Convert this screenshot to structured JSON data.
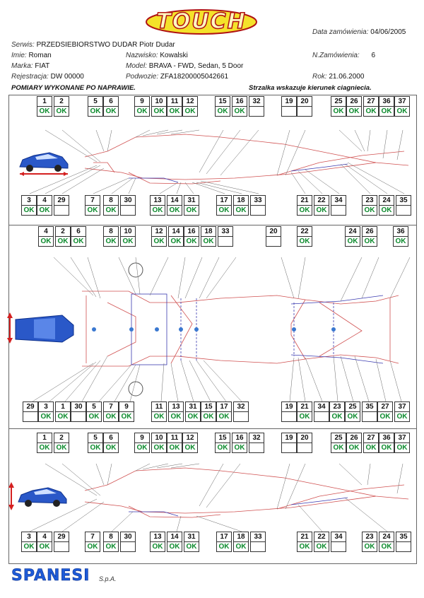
{
  "logo": "TOUCH",
  "header": {
    "date_label": "Data zamówienia:",
    "date_value": "04/06/2005",
    "service_label": "Serwis:",
    "service_value": "PRZEDSIEBIORSTWO DUDAR   Piotr Dudar",
    "name_label": "Imie:",
    "name_value": "Roman",
    "surname_label": "Nazwisko:",
    "surname_value": "Kowalski",
    "order_no_label": "N.Zamówienia:",
    "order_no_value": "6",
    "make_label": "Marka:",
    "make_value": "FIAT",
    "model_label": "Model:",
    "model_value": "BRAVA - FWD, Sedan, 5 Door",
    "reg_label": "Rejestracja:",
    "reg_value": "DW 00000",
    "chassis_label": "Podwozie:",
    "chassis_value": "ZFA18200005042661",
    "year_label": "Rok:",
    "year_value": "21.06.2000",
    "measure_title": "POMIARY WYKONANE PO NAPRAWIE.",
    "arrow_note": "Strzalka wskazuje kierunek ciagniecia."
  },
  "ok_label": "OK",
  "sections": [
    {
      "name": "side-view-top",
      "top_cells": [
        {
          "n": "1",
          "ok": true
        },
        {
          "n": "2",
          "ok": true
        },
        {
          "n": "5",
          "ok": true
        },
        {
          "n": "6",
          "ok": true
        },
        {
          "n": "9",
          "ok": true
        },
        {
          "n": "10",
          "ok": true
        },
        {
          "n": "11",
          "ok": true
        },
        {
          "n": "12",
          "ok": true
        },
        {
          "n": "15",
          "ok": true
        },
        {
          "n": "16",
          "ok": true
        },
        {
          "n": "32",
          "ok": false
        },
        {
          "n": "19",
          "ok": false
        },
        {
          "n": "20",
          "ok": false
        },
        {
          "n": "25",
          "ok": true
        },
        {
          "n": "26",
          "ok": true
        },
        {
          "n": "27",
          "ok": true
        },
        {
          "n": "36",
          "ok": true
        },
        {
          "n": "37",
          "ok": true
        }
      ],
      "bottom_cells": [
        {
          "n": "3",
          "ok": true
        },
        {
          "n": "4",
          "ok": true
        },
        {
          "n": "29",
          "ok": false
        },
        {
          "n": "7",
          "ok": true
        },
        {
          "n": "8",
          "ok": true
        },
        {
          "n": "30",
          "ok": false
        },
        {
          "n": "13",
          "ok": true
        },
        {
          "n": "14",
          "ok": true
        },
        {
          "n": "31",
          "ok": true
        },
        {
          "n": "17",
          "ok": true
        },
        {
          "n": "18",
          "ok": true
        },
        {
          "n": "33",
          "ok": false
        },
        {
          "n": "21",
          "ok": true
        },
        {
          "n": "22",
          "ok": true
        },
        {
          "n": "34",
          "ok": false
        },
        {
          "n": "23",
          "ok": true
        },
        {
          "n": "24",
          "ok": true
        },
        {
          "n": "35",
          "ok": false
        }
      ]
    },
    {
      "name": "bottom-view-middle",
      "top_cells": [
        {
          "n": "4",
          "ok": true
        },
        {
          "n": "2",
          "ok": true
        },
        {
          "n": "6",
          "ok": true
        },
        {
          "n": "8",
          "ok": true
        },
        {
          "n": "10",
          "ok": true
        },
        {
          "n": "12",
          "ok": true
        },
        {
          "n": "14",
          "ok": true
        },
        {
          "n": "16",
          "ok": true
        },
        {
          "n": "18",
          "ok": true
        },
        {
          "n": "33",
          "ok": false
        },
        {
          "n": "20",
          "ok": false
        },
        {
          "n": "22",
          "ok": true
        },
        {
          "n": "24",
          "ok": true
        },
        {
          "n": "26",
          "ok": true
        },
        {
          "n": "36",
          "ok": true
        }
      ],
      "bottom_cells": [
        {
          "n": "29",
          "ok": false
        },
        {
          "n": "3",
          "ok": true
        },
        {
          "n": "1",
          "ok": true
        },
        {
          "n": "30",
          "ok": false
        },
        {
          "n": "5",
          "ok": true
        },
        {
          "n": "7",
          "ok": true
        },
        {
          "n": "9",
          "ok": true
        },
        {
          "n": "11",
          "ok": true
        },
        {
          "n": "13",
          "ok": true
        },
        {
          "n": "31",
          "ok": true
        },
        {
          "n": "15",
          "ok": true
        },
        {
          "n": "17",
          "ok": true
        },
        {
          "n": "32",
          "ok": false
        },
        {
          "n": "19",
          "ok": false
        },
        {
          "n": "21",
          "ok": true
        },
        {
          "n": "34",
          "ok": false
        },
        {
          "n": "23",
          "ok": true
        },
        {
          "n": "25",
          "ok": true
        },
        {
          "n": "35",
          "ok": false
        },
        {
          "n": "27",
          "ok": true
        },
        {
          "n": "37",
          "ok": true
        }
      ]
    },
    {
      "name": "side-view-bottom",
      "top_cells": [
        {
          "n": "1",
          "ok": true
        },
        {
          "n": "2",
          "ok": true
        },
        {
          "n": "5",
          "ok": true
        },
        {
          "n": "6",
          "ok": true
        },
        {
          "n": "9",
          "ok": true
        },
        {
          "n": "10",
          "ok": true
        },
        {
          "n": "11",
          "ok": true
        },
        {
          "n": "12",
          "ok": true
        },
        {
          "n": "15",
          "ok": true
        },
        {
          "n": "16",
          "ok": true
        },
        {
          "n": "32",
          "ok": false
        },
        {
          "n": "19",
          "ok": false
        },
        {
          "n": "20",
          "ok": false
        },
        {
          "n": "25",
          "ok": true
        },
        {
          "n": "26",
          "ok": true
        },
        {
          "n": "27",
          "ok": true
        },
        {
          "n": "36",
          "ok": true
        },
        {
          "n": "37",
          "ok": true
        }
      ],
      "bottom_cells": [
        {
          "n": "3",
          "ok": true
        },
        {
          "n": "4",
          "ok": true
        },
        {
          "n": "29",
          "ok": false
        },
        {
          "n": "7",
          "ok": true
        },
        {
          "n": "8",
          "ok": true
        },
        {
          "n": "30",
          "ok": false
        },
        {
          "n": "13",
          "ok": true
        },
        {
          "n": "14",
          "ok": true
        },
        {
          "n": "31",
          "ok": true
        },
        {
          "n": "17",
          "ok": true
        },
        {
          "n": "18",
          "ok": true
        },
        {
          "n": "33",
          "ok": false
        },
        {
          "n": "21",
          "ok": true
        },
        {
          "n": "22",
          "ok": true
        },
        {
          "n": "34",
          "ok": false
        },
        {
          "n": "23",
          "ok": true
        },
        {
          "n": "24",
          "ok": true
        },
        {
          "n": "35",
          "ok": false
        }
      ]
    }
  ],
  "footer": {
    "brand": "SPANESI",
    "suffix": "S.p.A."
  },
  "colors": {
    "ok_text": "#0b8a2c",
    "frame_line": "#d05050",
    "accent_line": "#3a3ab0",
    "car_blue": "#2a58c8",
    "arrow_red": "#d42020"
  }
}
